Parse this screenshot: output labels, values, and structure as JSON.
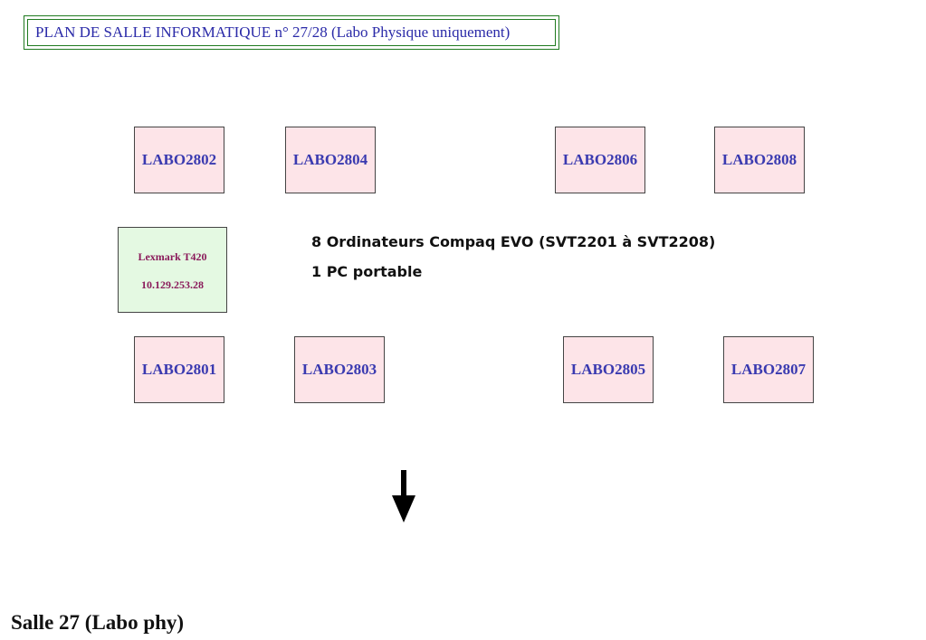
{
  "title": "PLAN DE SALLE INFORMATIQUE n° 27/28 (Labo Physique uniquement)",
  "computers": {
    "top": [
      "LABO2802",
      "LABO2804",
      "LABO2806",
      "LABO2808"
    ],
    "bottom": [
      "LABO2801",
      "LABO2803",
      "LABO2805",
      "LABO2807"
    ]
  },
  "printer": {
    "name": "Lexmark T420",
    "ip": "10.129.253.28"
  },
  "info": {
    "line1": "8 Ordinateurs Compaq EVO (SVT2201 à SVT2208)",
    "line2": "1 PC portable"
  },
  "arrow_icon": "arrow-down-icon",
  "room_label": "Salle 27 (Labo phy)",
  "colors": {
    "pc_fill": "#fde4e8",
    "printer_fill": "#e4f9e2",
    "title_border": "#1f7a1f",
    "pc_text": "#3a3ab0",
    "printer_text": "#8a1a5a"
  }
}
